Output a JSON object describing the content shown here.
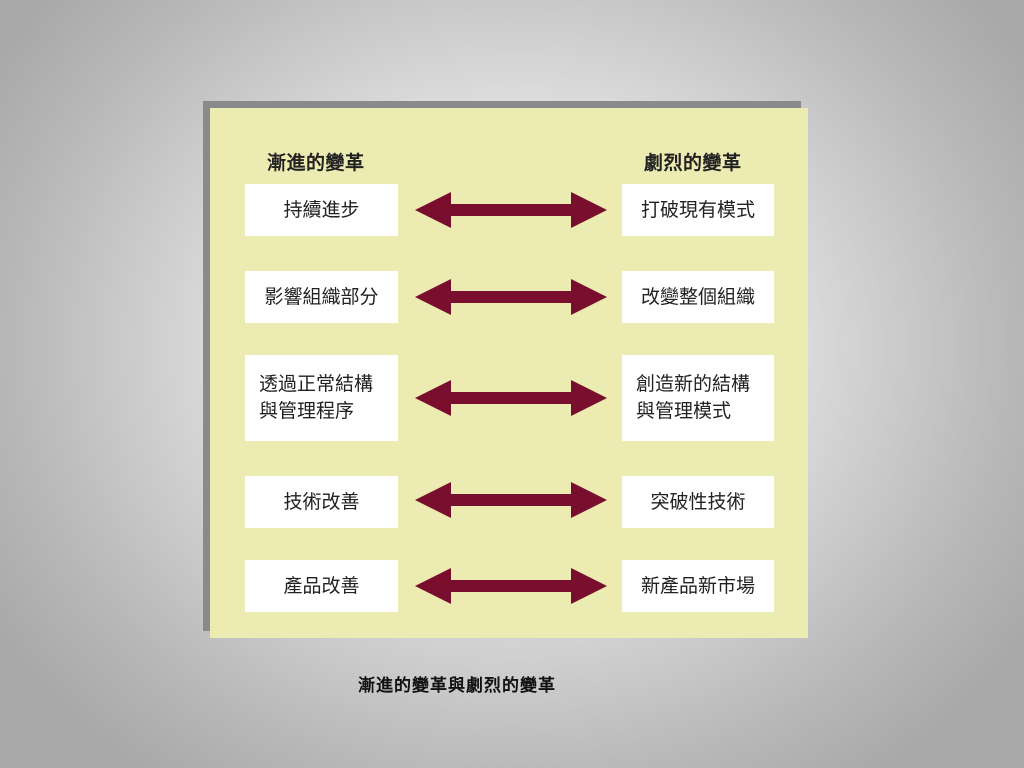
{
  "diagram": {
    "left_heading": "漸進的變革",
    "right_heading": "劇烈的變革",
    "rows": [
      {
        "left": "持續進步",
        "right": "打破現有模式"
      },
      {
        "left": "影響組織部分",
        "right": "改變整個組織"
      },
      {
        "left": "透過正常結構\n與管理程序",
        "right": "創造新的結構\n與管理模式"
      },
      {
        "left": "技術改善",
        "right": "突破性技術"
      },
      {
        "left": "產品改善",
        "right": "新產品新市場"
      }
    ],
    "arrow_color": "#7a0e2e",
    "panel_color": "#ecebb1"
  },
  "caption": "漸進的變革與劇烈的變革"
}
